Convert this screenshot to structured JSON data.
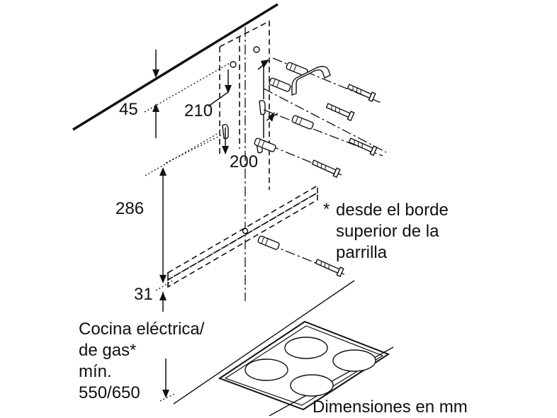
{
  "dimensions": {
    "top_offset": "45",
    "bracket_spacing": "210",
    "screw_spacing": "200",
    "vertical_height": "286",
    "bottom_offset": "31"
  },
  "notes": {
    "marker": "*",
    "edge_note": "desde el borde\nsuperior de la\nparrilla",
    "cooktop_note": "Cocina eléctrica/\nde gas*\nmín.\n550/650",
    "units": "Dimensiones en mm"
  }
}
